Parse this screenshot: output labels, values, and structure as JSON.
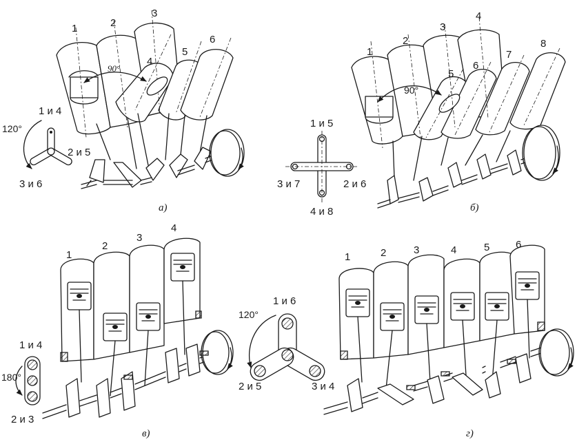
{
  "panels": [
    {
      "id": "a",
      "caption": "а)",
      "cylinder_numbers": [
        "1",
        "2",
        "3",
        "4",
        "5",
        "6"
      ],
      "vee_angle": "90°",
      "scheme": {
        "angle": "120°",
        "top": "1 и 4",
        "right": "2 и 5",
        "left": "3 и 6"
      }
    },
    {
      "id": "b",
      "caption": "б)",
      "cylinder_numbers": [
        "1",
        "2",
        "3",
        "4",
        "5",
        "6",
        "7",
        "8"
      ],
      "vee_angle": "90°",
      "scheme": {
        "top": "1 и 5",
        "right": "2 и 6",
        "left": "3 и 7",
        "bottom": "4 и 8"
      }
    },
    {
      "id": "v",
      "caption": "в)",
      "cylinder_numbers": [
        "1",
        "2",
        "3",
        "4"
      ],
      "scheme": {
        "angle": "180°",
        "top": "1 и 4",
        "bottom": "2 и 3"
      }
    },
    {
      "id": "g",
      "caption": "г)",
      "cylinder_numbers": [
        "1",
        "2",
        "3",
        "4",
        "5",
        "6"
      ],
      "scheme": {
        "angle": "120°",
        "top": "1 и 6",
        "left": "2 и 5",
        "right": "3 и 4"
      }
    }
  ]
}
